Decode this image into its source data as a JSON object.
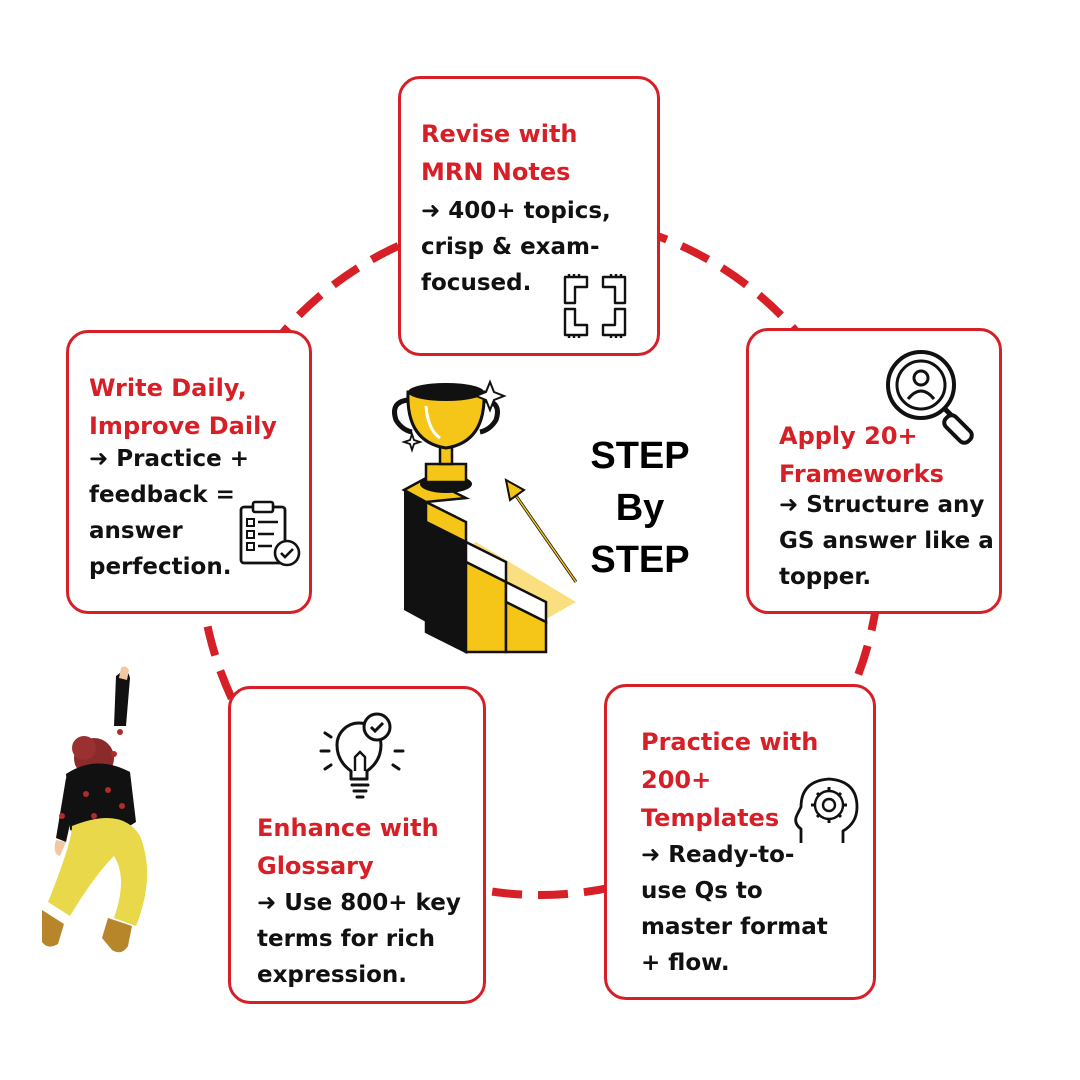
{
  "center": {
    "label": "STEP\nBy\nSTEP",
    "icon": "trophy-stairs-icon"
  },
  "steps": [
    {
      "id": "revise",
      "title": "Revise with\nMRN Notes",
      "desc": "➜ 400+ topics,\ncrisp & exam-\nfocused.",
      "icon": "teamwork-hands-icon"
    },
    {
      "id": "frameworks",
      "title": "Apply 20+\nFrameworks",
      "desc": "➜ Structure any\nGS answer like a\ntopper.",
      "icon": "magnifier-person-icon"
    },
    {
      "id": "templates",
      "title": "Practice with\n200+\nTemplates",
      "desc": "➜ Ready-to-\nuse Qs to\nmaster format\n+ flow.",
      "icon": "brain-gear-head-icon"
    },
    {
      "id": "glossary",
      "title": "Enhance with\nGlossary",
      "desc": "➜ Use 800+ key\nterms for rich\nexpression.",
      "icon": "lightbulb-check-icon"
    },
    {
      "id": "write",
      "title": "Write Daily,\nImprove Daily",
      "desc": "➜ Practice +\nfeedback =\nanswer\nperfection.",
      "icon": "clipboard-check-icon"
    }
  ],
  "colors": {
    "accent": "#d61f26",
    "gold": "#f5c518",
    "text": "#111111"
  }
}
